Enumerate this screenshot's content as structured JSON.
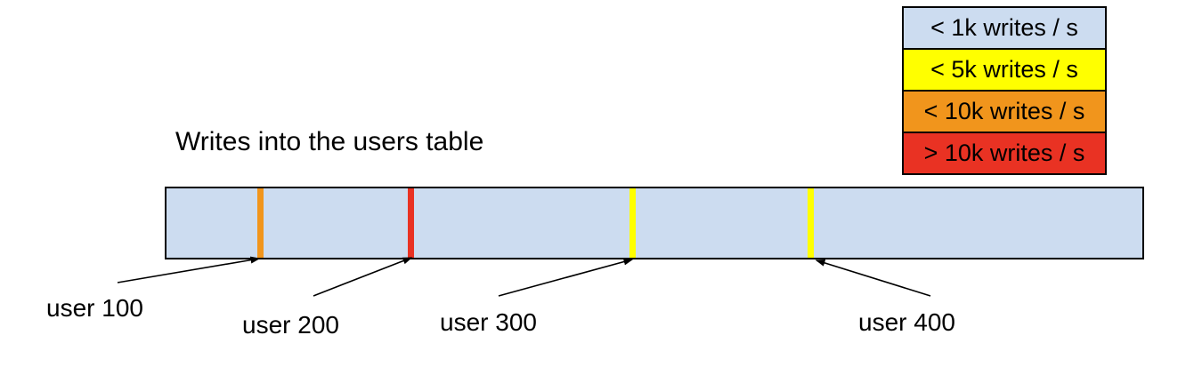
{
  "title": "Writes into the users table",
  "legend": {
    "items": [
      {
        "label": "< 1k writes / s",
        "color": "#ccdcf0"
      },
      {
        "label": "< 5k writes / s",
        "color": "#ffff00"
      },
      {
        "label": "< 10k writes / s",
        "color": "#f1951c"
      },
      {
        "label": "> 10k writes / s",
        "color": "#e93223"
      }
    ]
  },
  "bar": {
    "fill": "#ccdcf0",
    "border_color": "#000000"
  },
  "stripes": [
    {
      "label": "user 100",
      "color": "#f1951c"
    },
    {
      "label": "user 200",
      "color": "#e93223"
    },
    {
      "label": "user 300",
      "color": "#ffff00"
    },
    {
      "label": "user 400",
      "color": "#ffff00"
    }
  ]
}
